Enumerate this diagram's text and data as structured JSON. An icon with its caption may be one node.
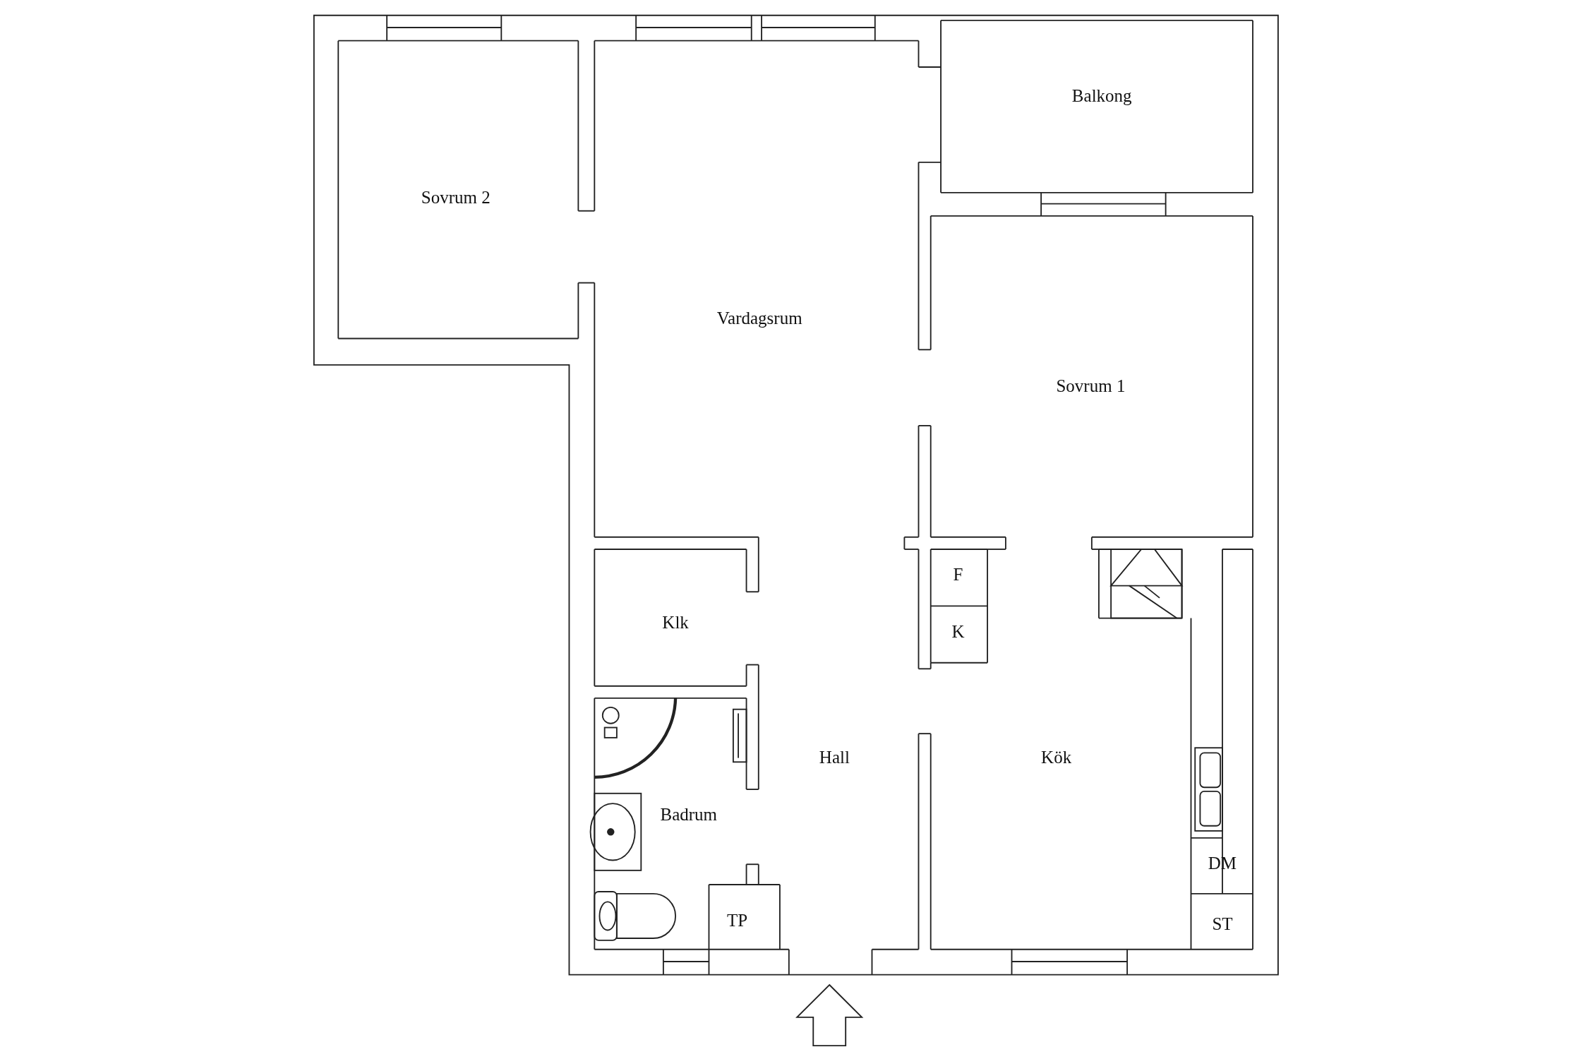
{
  "diagram": {
    "labels": [
      "Balkong",
      "Sovrum 2",
      "Vardagsrum",
      "Sovrum 1",
      "F",
      "Klk",
      "K",
      "Hall",
      "Kök",
      "Badrum",
      "DM",
      "TP",
      "ST"
    ]
  }
}
